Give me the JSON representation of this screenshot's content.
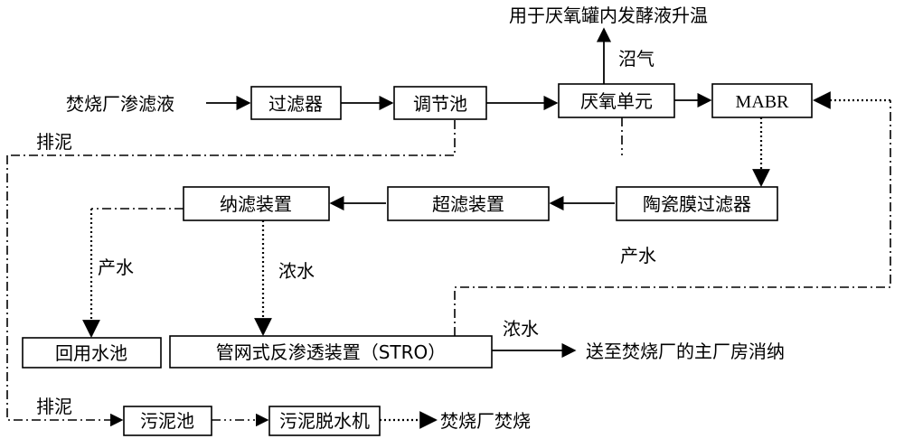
{
  "nodes": {
    "source": "焚烧厂渗滤液",
    "filter": "过滤器",
    "tank": "调节池",
    "anaerobic": "厌氧单元",
    "mabr": "MABR",
    "ceramic": "陶瓷膜过滤器",
    "uf": "超滤装置",
    "nf": "纳滤装置",
    "reuse": "回用水池",
    "stro": "管网式反渗透装置（STRO）",
    "sludge_tank": "污泥池",
    "dewater": "污泥脱水机",
    "incinerate": "焚烧厂焚烧",
    "heating": "用于厌氧罐内发酵液升温",
    "plant": "送至焚烧厂的主厂房消纳"
  },
  "labels": {
    "biogas": "沼气",
    "sludge_top": "排泥",
    "sludge_bottom": "排泥",
    "product_nf": "产水",
    "concentrate_nf": "浓水",
    "product_ceramic": "产水",
    "concentrate_stro": "浓水"
  }
}
